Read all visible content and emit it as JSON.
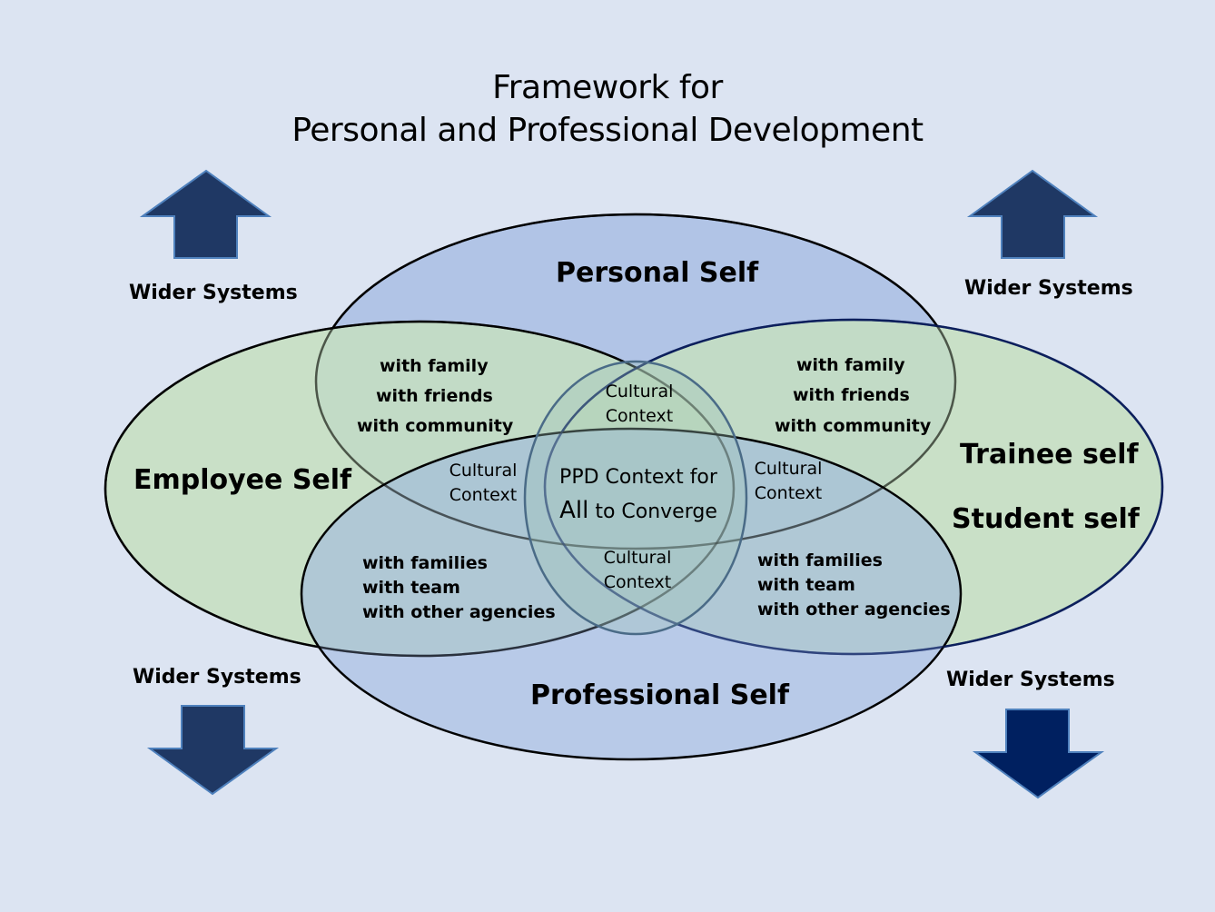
{
  "title": {
    "line1": "Framework for",
    "line2": "Personal and Professional Development"
  },
  "circles": {
    "personal": "Personal Self",
    "professional": "Professional Self",
    "employee": "Employee Self",
    "trainee": "Trainee self",
    "student": "Student self"
  },
  "wider_systems": {
    "top_left": "Wider Systems",
    "top_right": "Wider Systems",
    "bottom_left": "Wider Systems",
    "bottom_right": "Wider Systems"
  },
  "overlaps": {
    "personal_employee": [
      "with family",
      "with friends",
      "with community"
    ],
    "personal_trainee": [
      "with family",
      "with friends",
      "with community"
    ],
    "professional_employee": [
      "with families",
      "with team",
      "with other agencies"
    ],
    "professional_trainee": [
      "with families",
      "with team",
      "with other agencies"
    ]
  },
  "cultural_context": {
    "top": [
      "Cultural",
      "Context"
    ],
    "left": [
      "Cultural",
      "Context"
    ],
    "right": [
      "Cultural",
      "Context"
    ],
    "bottom": [
      "Cultural",
      "Context"
    ]
  },
  "center": {
    "line1": "PPD Context for",
    "line2_a": "All",
    "line2_b": " to Converge"
  },
  "colors": {
    "background": "#dce4f2",
    "personal_fill": "#b1c4e6",
    "employee_fill": "#c5dfbf",
    "arrow_fill": "#1f3864"
  },
  "icons": {
    "arrows_up": "arrow-up-icon",
    "arrows_down": "arrow-down-icon"
  }
}
